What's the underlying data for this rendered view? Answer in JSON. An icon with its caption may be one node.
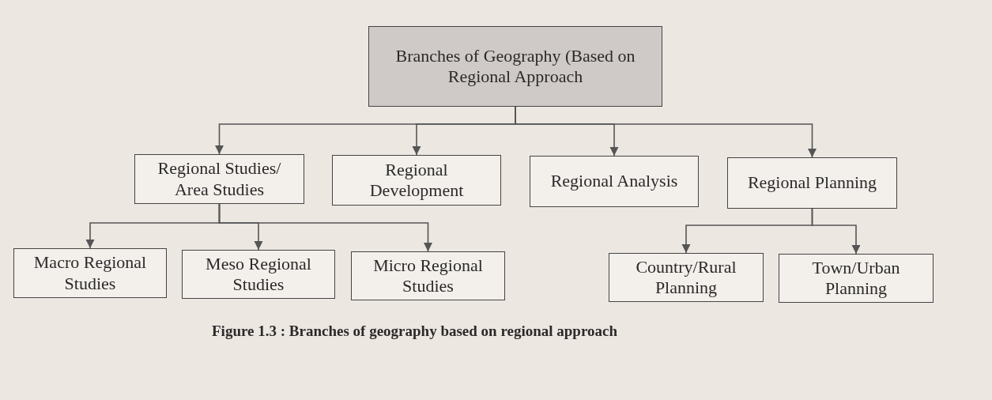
{
  "diagram": {
    "caption": "Figure 1.3 : Branches of geography based on regional approach",
    "nodes": [
      {
        "text": [
          "Branches of Geography (Based on Regional Approach"
        ]
      },
      {
        "text": [
          "Regional Studies/ Area Studies"
        ]
      },
      {
        "text": [
          "Regional Development"
        ]
      },
      {
        "text": [
          "Regional Analysis"
        ]
      },
      {
        "text": [
          "Regional Planning"
        ]
      },
      {
        "text": [
          "Macro Regional Studies"
        ]
      },
      {
        "text": [
          "Meso Regional Studies"
        ]
      },
      {
        "text": [
          "Micro Regional Studies"
        ]
      },
      {
        "text": [
          "Country/Rural Planning"
        ]
      },
      {
        "text": [
          "Town/Urban Planning"
        ]
      }
    ],
    "edges": [
      {
        "from": 0,
        "to": 1,
        "arrow": "to"
      },
      {
        "from": 0,
        "to": 2,
        "arrow": "to"
      },
      {
        "from": 0,
        "to": 3,
        "arrow": "to"
      },
      {
        "from": 0,
        "to": 4,
        "arrow": "to"
      },
      {
        "from": 1,
        "to": 5,
        "arrow": "to"
      },
      {
        "from": 1,
        "to": 6,
        "arrow": "to"
      },
      {
        "from": 1,
        "to": 7,
        "arrow": "to"
      },
      {
        "from": 4,
        "to": 8,
        "arrow": "to"
      },
      {
        "from": 4,
        "to": 9,
        "arrow": "to"
      }
    ]
  }
}
